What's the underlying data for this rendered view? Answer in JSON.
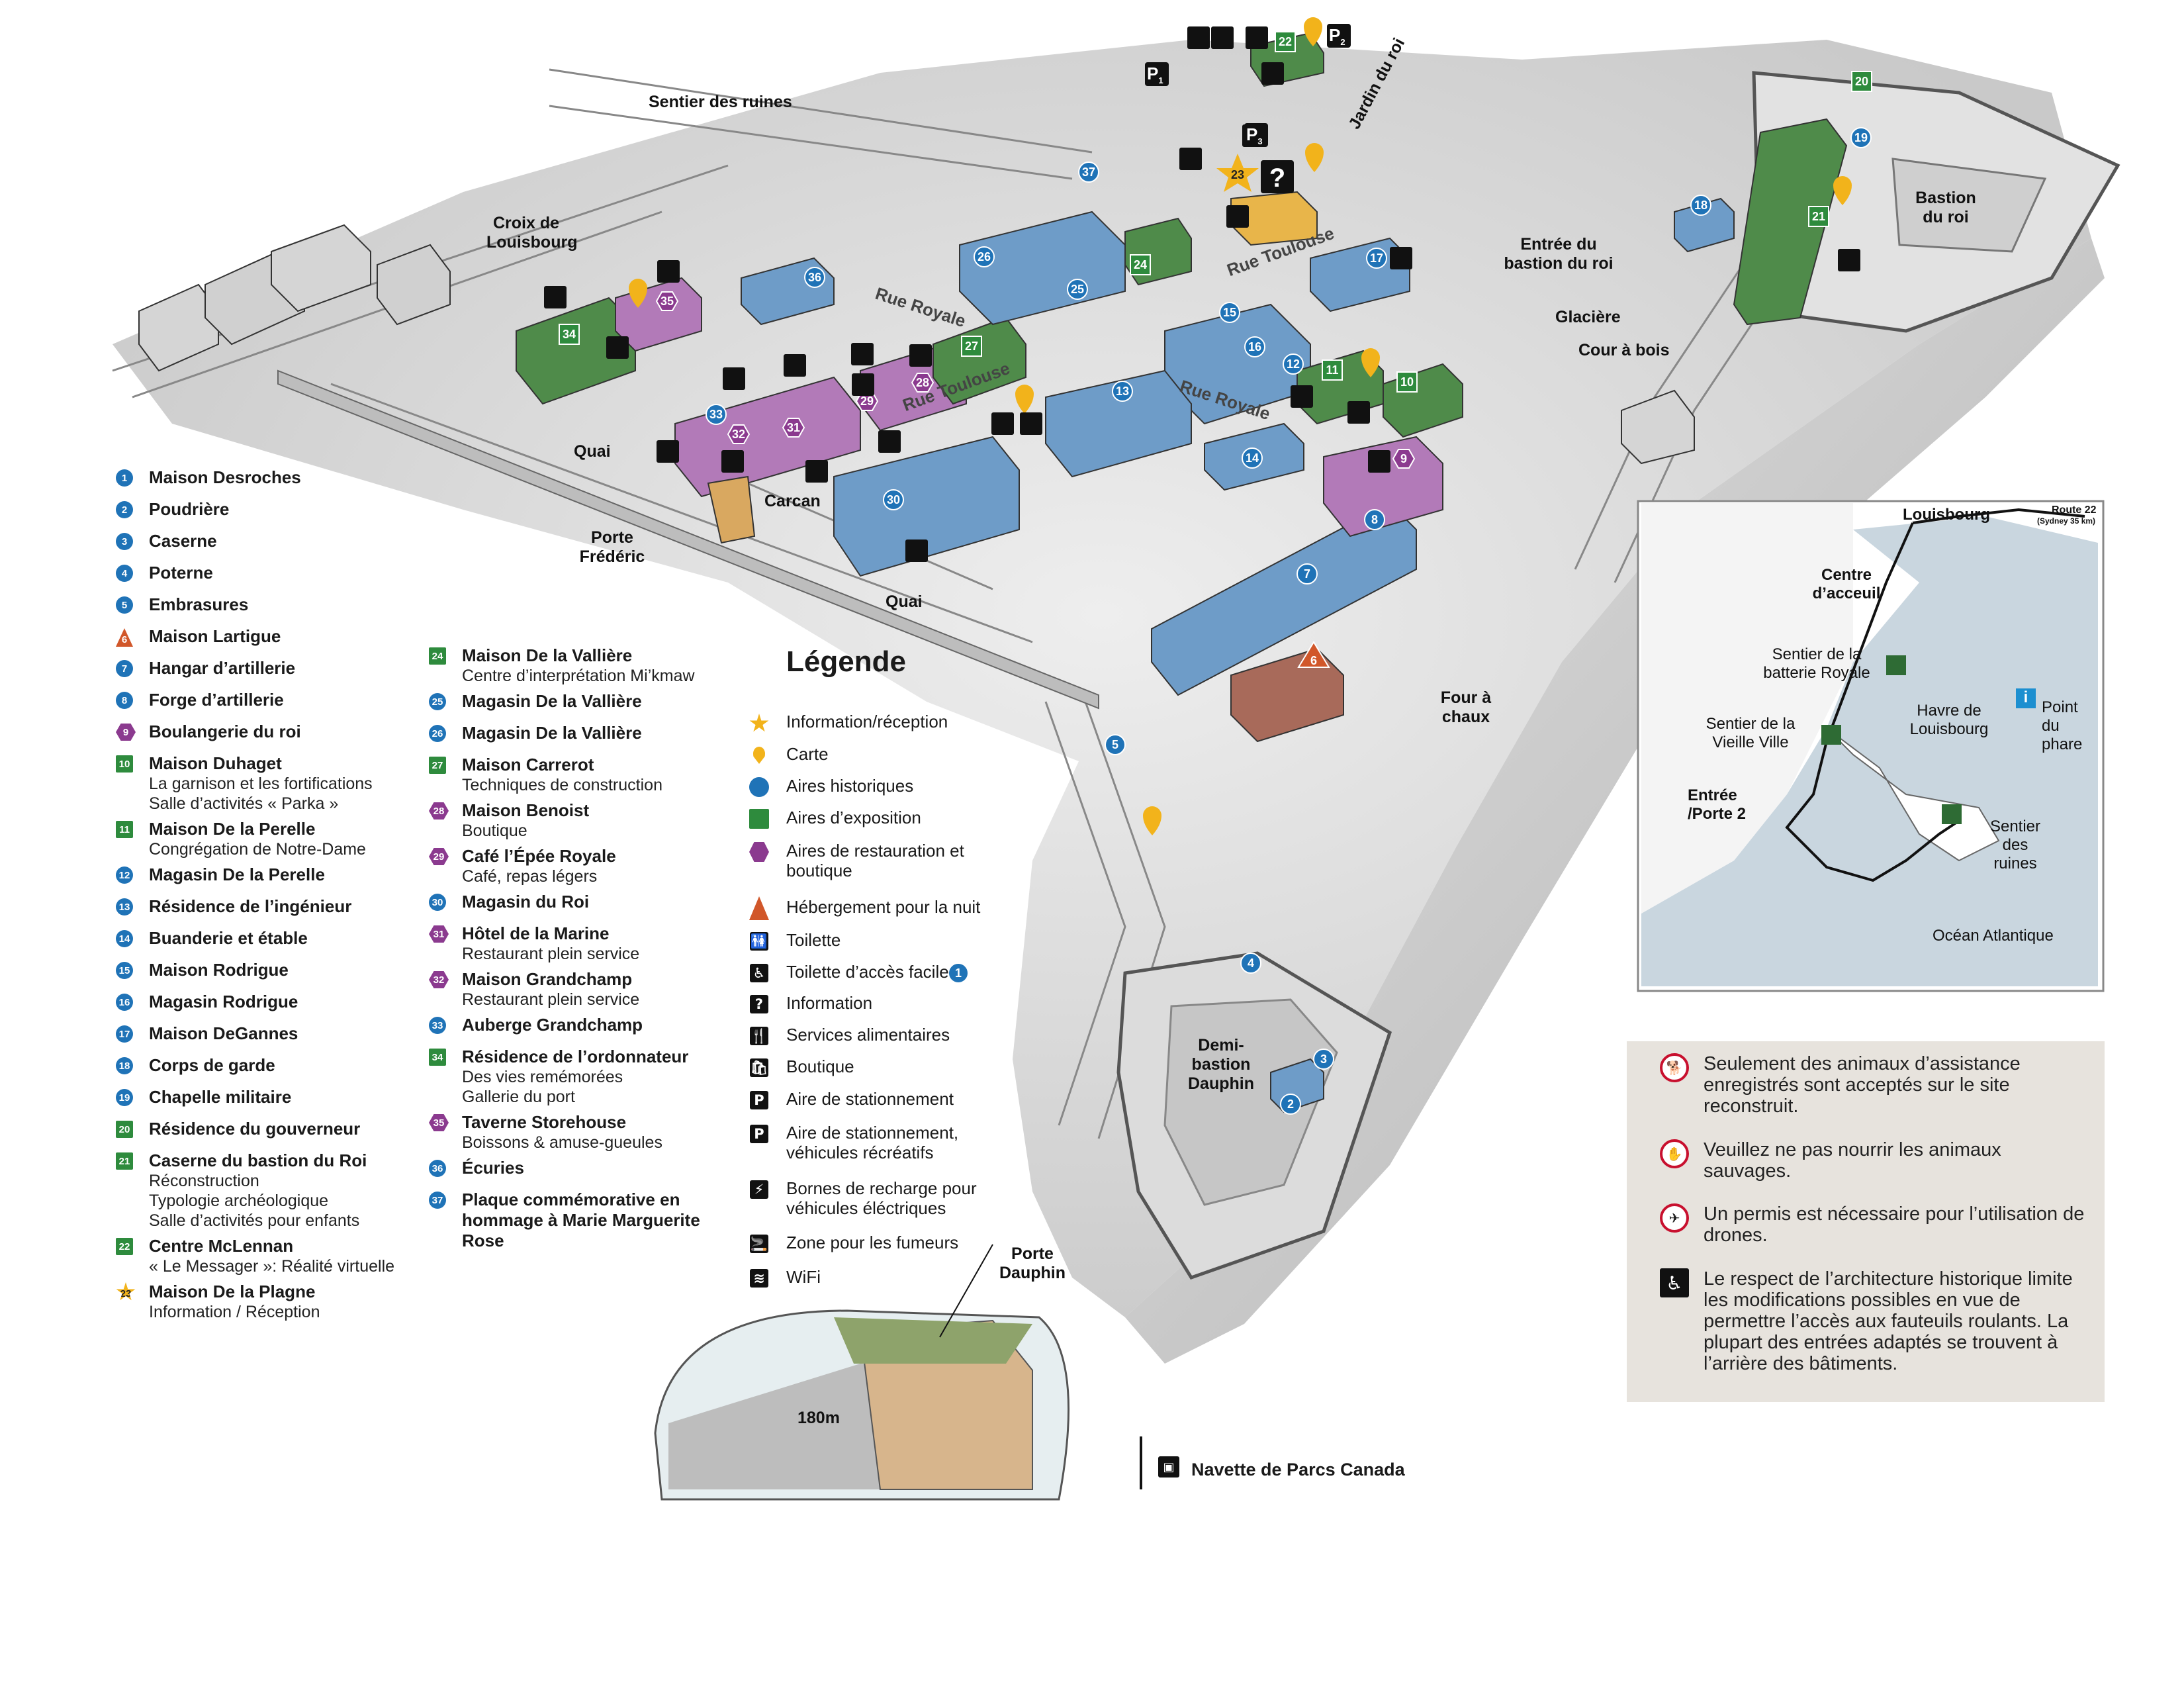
{
  "map_labels": {
    "sentier_des_ruines": "Sentier des ruines",
    "croix_de_louisbourg": "Croix de Louisbourg",
    "jardin_du_roi": "Jardin du roi",
    "bastion_du_roi": "Bastion du roi",
    "entree_bastion": "Entrée du bastion du roi",
    "glaciere": "Glacière",
    "cour_a_bois": "Cour à bois",
    "rue_royale_1": "Rue Royale",
    "rue_royale_2": "Rue Royale",
    "rue_toulouse_1": "Rue Toulouse",
    "rue_toulouse_2": "Rue Toulouse",
    "quai_1": "Quai",
    "quai_2": "Quai",
    "carcan": "Carcan",
    "porte_frederic": "Porte Frédéric",
    "four_a_chaux": "Four à chaux",
    "demi_bastion": "Demi-bastion Dauphin",
    "porte_dauphin": "Porte Dauphin",
    "distance": "180m",
    "navette": "Navette de Parcs Canada"
  },
  "parking_labels": [
    "P",
    "P",
    "P"
  ],
  "parking_subs": [
    "1",
    "2",
    "3"
  ],
  "legend_entries_col1": [
    {
      "num": "1",
      "shape": "circle",
      "title": "Maison Desroches",
      "subs": []
    },
    {
      "num": "2",
      "shape": "circle",
      "title": "Poudrière",
      "subs": []
    },
    {
      "num": "3",
      "shape": "circle",
      "title": "Caserne",
      "subs": []
    },
    {
      "num": "4",
      "shape": "circle",
      "title": "Poterne",
      "subs": []
    },
    {
      "num": "5",
      "shape": "circle",
      "title": "Embrasures",
      "subs": []
    },
    {
      "num": "6",
      "shape": "triangle",
      "title": "Maison Lartigue",
      "subs": []
    },
    {
      "num": "7",
      "shape": "circle",
      "title": "Hangar d’artillerie",
      "subs": []
    },
    {
      "num": "8",
      "shape": "circle",
      "title": "Forge d’artillerie",
      "subs": []
    },
    {
      "num": "9",
      "shape": "hex",
      "title": "Boulangerie du roi",
      "subs": []
    },
    {
      "num": "10",
      "shape": "square",
      "title": "Maison Duhaget",
      "subs": [
        "La garnison et les fortifications",
        "Salle d’activités « Parka »"
      ]
    },
    {
      "num": "11",
      "shape": "square",
      "title": "Maison De la Perelle",
      "subs": [
        "Congrégation de Notre-Dame"
      ]
    },
    {
      "num": "12",
      "shape": "circle",
      "title": "Magasin De la Perelle",
      "subs": []
    },
    {
      "num": "13",
      "shape": "circle",
      "title": "Résidence de l’ingénieur",
      "subs": []
    },
    {
      "num": "14",
      "shape": "circle",
      "title": "Buanderie et étable",
      "subs": []
    },
    {
      "num": "15",
      "shape": "circle",
      "title": "Maison Rodrigue",
      "subs": []
    },
    {
      "num": "16",
      "shape": "circle",
      "title": "Magasin Rodrigue",
      "subs": []
    },
    {
      "num": "17",
      "shape": "circle",
      "title": "Maison DeGannes",
      "subs": []
    },
    {
      "num": "18",
      "shape": "circle",
      "title": "Corps de garde",
      "subs": []
    },
    {
      "num": "19",
      "shape": "circle",
      "title": "Chapelle militaire",
      "subs": []
    },
    {
      "num": "20",
      "shape": "square",
      "title": "Résidence du gouverneur",
      "subs": []
    },
    {
      "num": "21",
      "shape": "square",
      "title": "Caserne du bastion du Roi",
      "subs": [
        "Réconstruction",
        "Typologie archéologique",
        "Salle d’activités pour enfants"
      ]
    },
    {
      "num": "22",
      "shape": "square",
      "title": "Centre McLennan",
      "subs": [
        "« Le Messager »: Réalité virtuelle"
      ]
    },
    {
      "num": "23",
      "shape": "star",
      "title": "Maison De la Plagne",
      "subs": [
        "Information / Réception"
      ]
    }
  ],
  "legend_entries_col2": [
    {
      "num": "24",
      "shape": "square",
      "title": "Maison De la Vallière",
      "subs": [
        "Centre d’interprétation Mi’kmaw"
      ]
    },
    {
      "num": "25",
      "shape": "circle",
      "title": "Magasin De la Vallière",
      "subs": []
    },
    {
      "num": "26",
      "shape": "circle",
      "title": "Magasin De la Vallière",
      "subs": []
    },
    {
      "num": "27",
      "shape": "square",
      "title": "Maison Carrerot",
      "subs": [
        "Techniques de construction"
      ]
    },
    {
      "num": "28",
      "shape": "hex",
      "title": "Maison Benoist",
      "subs": [
        "Boutique"
      ]
    },
    {
      "num": "29",
      "shape": "hex",
      "title": "Café l’Épée Royale",
      "subs": [
        "Café, repas légers"
      ]
    },
    {
      "num": "30",
      "shape": "circle",
      "title": "Magasin du Roi",
      "subs": []
    },
    {
      "num": "31",
      "shape": "hex",
      "title": "Hôtel de la Marine",
      "subs": [
        "Restaurant plein service"
      ]
    },
    {
      "num": "32",
      "shape": "hex",
      "title": "Maison Grandchamp",
      "subs": [
        "Restaurant plein service"
      ]
    },
    {
      "num": "33",
      "shape": "circle",
      "title": "Auberge Grandchamp",
      "subs": []
    },
    {
      "num": "34",
      "shape": "square",
      "title": "Résidence de l’ordonnateur",
      "subs": [
        "Des vies remémorées",
        "Gallerie du port"
      ]
    },
    {
      "num": "35",
      "shape": "hex",
      "title": "Taverne Storehouse",
      "subs": [
        "Boissons & amuse-gueules"
      ]
    },
    {
      "num": "36",
      "shape": "circle",
      "title": "Écuries",
      "subs": []
    },
    {
      "num": "37",
      "shape": "circle",
      "title": "Plaque commémorative en hommage à Marie Marguerite Rose",
      "subs": []
    }
  ],
  "legend": {
    "title": "Légende",
    "symbols": [
      {
        "icon": "star-icon",
        "text": "Information/réception"
      },
      {
        "icon": "map-pin-icon",
        "text": "Carte"
      },
      {
        "icon": "blue-circle-icon",
        "text": "Aires historiques"
      },
      {
        "icon": "green-square-icon",
        "text": "Aires d’exposition"
      },
      {
        "icon": "purple-hex-icon",
        "text": "Aires de restauration et boutique"
      },
      {
        "icon": "orange-triangle-icon",
        "text": "Hébergement pour la nuit"
      },
      {
        "icon": "toilet-icon",
        "text": "Toilette"
      },
      {
        "icon": "accessible-toilet-icon",
        "text": "Toilette d’accès facile"
      },
      {
        "icon": "information-icon",
        "text": "Information"
      },
      {
        "icon": "food-services-icon",
        "text": "Services alimentaires"
      },
      {
        "icon": "shop-icon",
        "text": "Boutique"
      },
      {
        "icon": "parking-icon",
        "text": "Aire de stationnement"
      },
      {
        "icon": "rv-parking-icon",
        "text": "Aire de stationnement, véhicules récréatifs"
      },
      {
        "icon": "ev-charging-icon",
        "text": "Bornes de recharge pour véhicules éléctriques"
      },
      {
        "icon": "smoking-area-icon",
        "text": "Zone pour les fumeurs"
      },
      {
        "icon": "wifi-icon",
        "text": "WiFi"
      }
    ]
  },
  "inset": {
    "louisbourg": "Louisbourg",
    "route": "Route 22",
    "route_sub": "(Sydney 35 km)",
    "centre_accueil": "Centre d’acceuil",
    "sentier_batterie": "Sentier de la batterie Royale",
    "havre": "Havre de Louisbourg",
    "point_phare": "Point du phare",
    "sentier_vieille": "Sentier de la Vieille Ville",
    "entree": "Entrée /Porte 2",
    "sentier_ruines": "Sentier des ruines",
    "ocean": "Océan Atlantique"
  },
  "notices": [
    {
      "icon": "no-pets-icon",
      "text": "Seulement des animaux d’assistance enregistrés sont acceptés sur le site reconstruit."
    },
    {
      "icon": "no-feeding-icon",
      "text": "Veuillez ne pas nourrir les animaux sauvages."
    },
    {
      "icon": "no-drones-icon",
      "text": "Un permis est nécessaire pour l’utilisation de drones."
    },
    {
      "icon": "accessibility-icon",
      "text": "Le respect de l’architecture historique limite les modifications possibles en vue de permettre l’accès aux fauteuils roulants.  La plupart des entrées adaptés se trouvent à l’arrière des bâtiments."
    }
  ],
  "colors": {
    "historic": "#1f73b7",
    "exhibit": "#2e8b3d",
    "food": "#8b3a8f",
    "lodging": "#d1572a",
    "info": "#f2b31b",
    "building_blue": "#6e9cc8",
    "building_green": "#4f8b4a",
    "building_purple": "#b27ab8",
    "ground": "#d9d9d9",
    "water": "#c9d6df",
    "notice_bg": "#e7e3dd"
  }
}
